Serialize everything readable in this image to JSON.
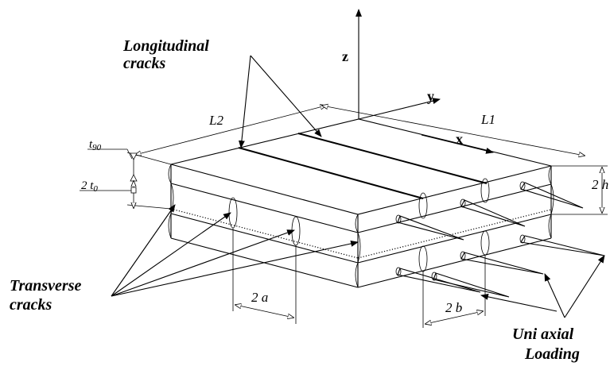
{
  "labels": {
    "longitudinal_line1": "Longitudinal",
    "longitudinal_line2": "cracks",
    "transverse_line1": "Transverse",
    "transverse_line2": "cracks",
    "loading_line1": "Uni axial",
    "loading_line2": "Loading",
    "axis_z": "z",
    "axis_y": "y",
    "axis_x": "x",
    "dim_L2": "L2",
    "dim_L1": "L1",
    "dim_t90": "t",
    "dim_t90_sub": "90",
    "dim_2t0": "2 t",
    "dim_2t0_sub": "0",
    "dim_2h": "2 h",
    "dim_2a": "2 a",
    "dim_2b": "2 b"
  }
}
